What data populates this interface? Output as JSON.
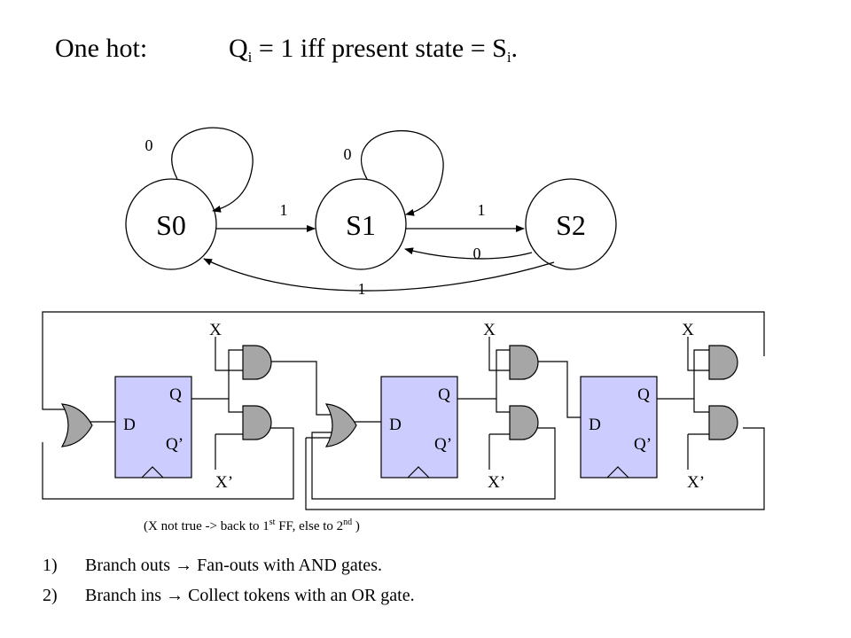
{
  "title": {
    "label": "One hot:",
    "eq_q": "Q",
    "eq_i": "i",
    "eq_mid": " = 1 iff present state = S",
    "eq_i2": "i",
    "eq_end": "."
  },
  "states": [
    "S0",
    "S1",
    "S2"
  ],
  "transitions": {
    "s0_self": "0",
    "s1_self": "0",
    "s0_s1": "1",
    "s1_s2": "1",
    "s2_s1": "0",
    "s2_s0": "1"
  },
  "circuit": {
    "ff_d": "D",
    "ff_q": "Q",
    "ff_qbar": "Q’",
    "input_x": "X",
    "input_xbar": "X’"
  },
  "note": {
    "part1": "(X not true -> back to 1",
    "sup1": "st",
    "part2": " FF, else to 2",
    "sup2": "nd",
    "part3": " )"
  },
  "points": [
    {
      "num": "1)",
      "pre": "Branch outs ",
      "arrow": "→",
      "post": " Fan-outs with AND gates."
    },
    {
      "num": "2)",
      "pre": "Branch ins ",
      "arrow": "→",
      "post": " Collect tokens with an OR gate."
    }
  ],
  "colors": {
    "ff_fill": "#ccccff",
    "gate_fill": "#a6a6a6"
  }
}
